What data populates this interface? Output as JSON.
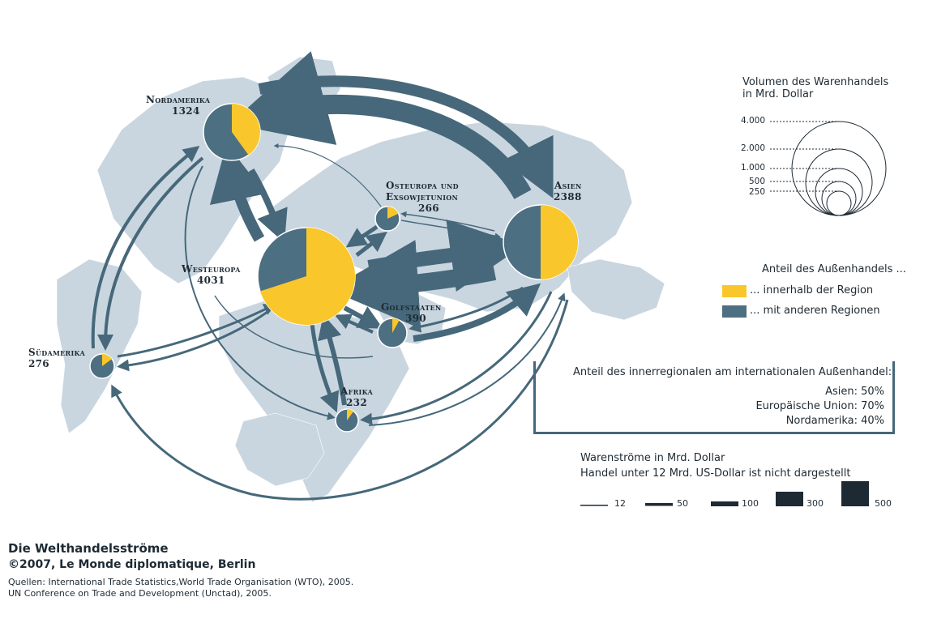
{
  "regions": [
    {
      "id": "nordamerika",
      "name": "Nordamerika",
      "value": "1324",
      "share_inner": 0.4
    },
    {
      "id": "asien",
      "name": "Asien",
      "value": "2388",
      "share_inner": 0.5
    },
    {
      "id": "westeuropa",
      "name": "Westeuropa",
      "value": "4031",
      "share_inner": 0.7
    },
    {
      "id": "osteuropa",
      "name_line1": "Osteuropa und",
      "name_line2": "Exsowjetunion",
      "value": "266",
      "share_inner": 0.18
    },
    {
      "id": "golfstaaten",
      "name": "Golfstaaten",
      "value": "390",
      "share_inner": 0.08
    },
    {
      "id": "suedamerika",
      "name": "Südamerika",
      "value": "276",
      "share_inner": 0.15
    },
    {
      "id": "afrika",
      "name": "Afrika",
      "value": "232",
      "share_inner": 0.1
    }
  ],
  "size_legend": {
    "title_line1": "Volumen des Warenhandels",
    "title_line2": "in Mrd. Dollar",
    "ticks": [
      "4.000",
      "2.000",
      "1.000",
      "500",
      "250"
    ]
  },
  "share_legend": {
    "title": "Anteil des Außenhandels ...",
    "inner": "... innerhalb der Region",
    "outer": "... mit anderen Regionen"
  },
  "interregional_box": {
    "title": "Anteil des innerregionalen am internationalen Außenhandel:",
    "rows": [
      "Asien: 50%",
      "Europäische Union: 70%",
      "Nordamerika: 40%"
    ]
  },
  "flow_legend": {
    "title_line1": "Warenströme in Mrd. Dollar",
    "title_line2": "Handel unter 12 Mrd. US-Dollar ist nicht dargestellt",
    "ticks": [
      "12",
      "50",
      "100",
      "300",
      "500"
    ]
  },
  "footer": {
    "title": "Die Welthandelsströme",
    "copyright": "©2007, Le Monde diplomatique, Berlin",
    "source_line1": "Quellen: International Trade Statistics,World Trade Organisation (WTO), 2005.",
    "source_line2": "UN Conference on Trade and Development (Unctad), 2005."
  },
  "colors": {
    "inner": "#f9c72b",
    "outer": "#4d6f82",
    "land": "#c9d6e0",
    "flow": "#46687a",
    "ocean": "#ffffff"
  }
}
